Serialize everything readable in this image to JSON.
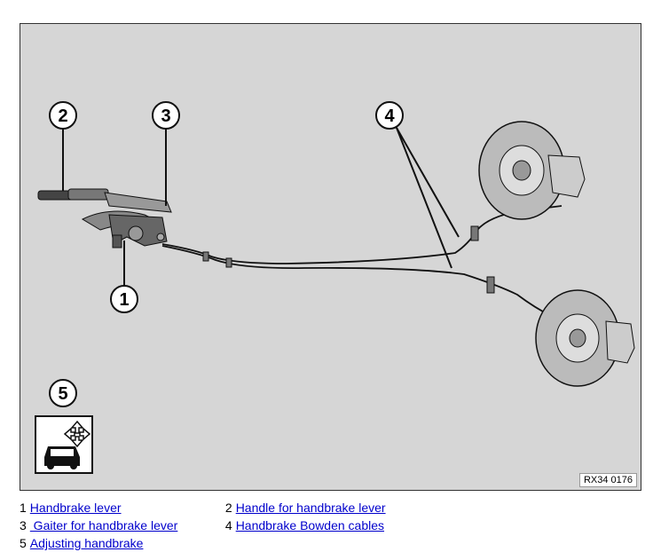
{
  "figure": {
    "code": "RX34 0176",
    "callouts": [
      "1",
      "2",
      "3",
      "4",
      "5"
    ]
  },
  "legend": [
    {
      "num": "1",
      "label": "Handbrake lever"
    },
    {
      "num": "2",
      "label": "Handle for handbrake lever"
    },
    {
      "num": "3",
      "label": " Gaiter for handbrake lever"
    },
    {
      "num": "4",
      "label": "Handbrake Bowden cables"
    },
    {
      "num": "5",
      "label": "Adjusting handbrake"
    }
  ],
  "colors": {
    "background": "#d6d6d6",
    "link": "#0000cc",
    "line": "#111111"
  }
}
